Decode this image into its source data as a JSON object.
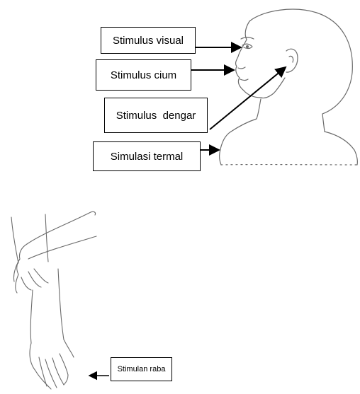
{
  "labels": {
    "visual": "Stimulus visual",
    "cium": "Stimulus cium",
    "dengar": "Stimulus  dengar",
    "termal": "Simulasi termal",
    "raba": "Stimulan raba"
  },
  "colors": {
    "ink": "#000000",
    "sketch": "#6b6b6b",
    "background": "#ffffff"
  }
}
